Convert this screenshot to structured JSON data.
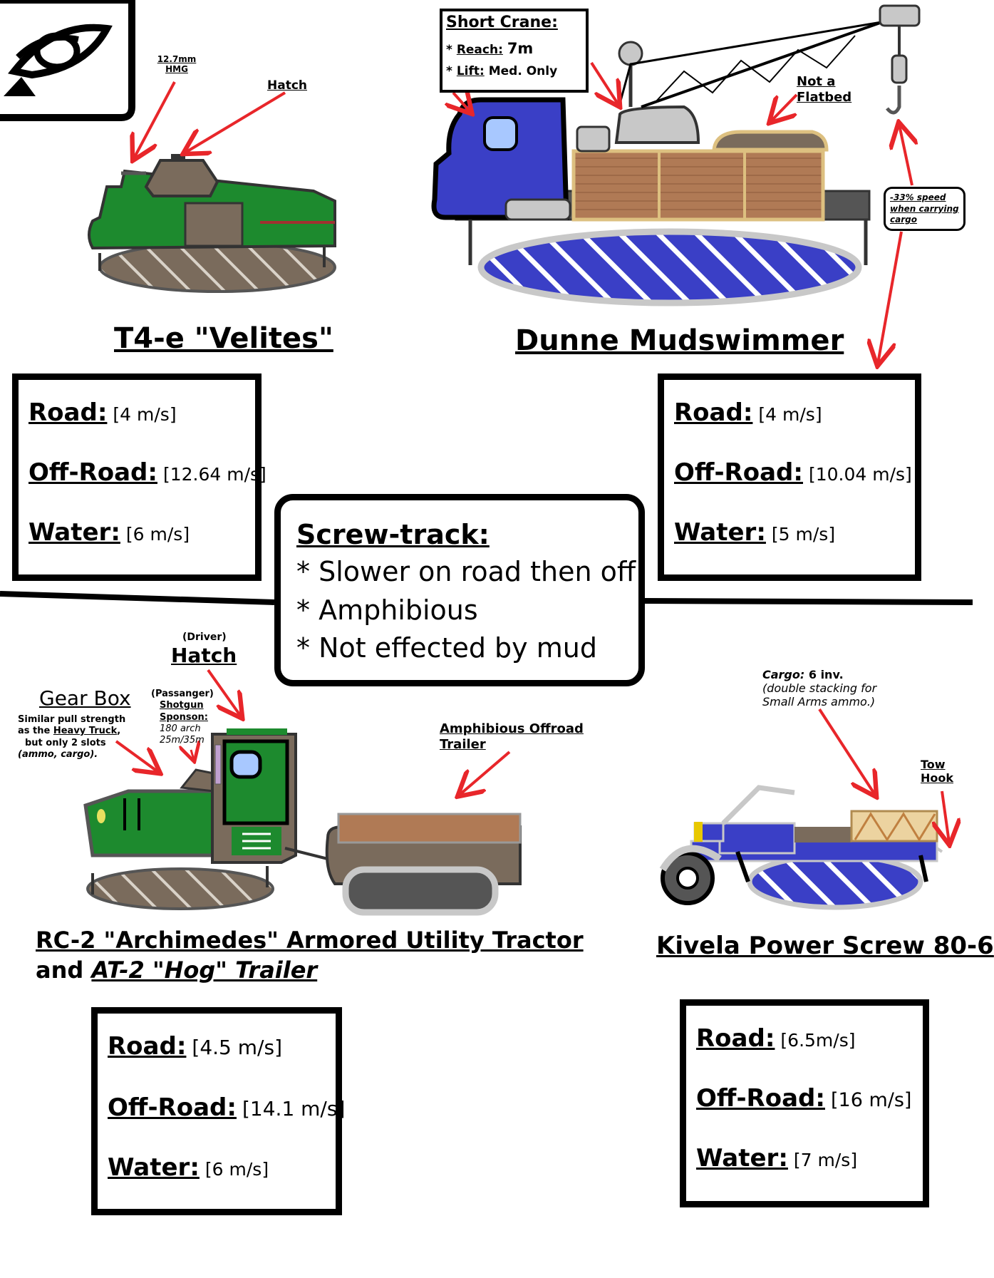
{
  "velites": {
    "title": "T4-e \"Velites\"",
    "hmg_label": "12.7mm HMG",
    "hatch_label": "Hatch",
    "road_label": "Road:",
    "road_value": "[4 m/s]",
    "offroad_label": "Off-Road:",
    "offroad_value": "[12.64 m/s]",
    "water_label": "Water:",
    "water_value": "[6 m/s]"
  },
  "mudswimmer": {
    "title": "Dunne Mudswimmer",
    "crane_title": "Short Crane:",
    "crane_reach_label": "Reach:",
    "crane_reach_value": "7m",
    "crane_lift_label": "Lift:",
    "crane_lift_value": "Med. Only",
    "not_flatbed": "Not a Flatbed",
    "speed_note": "-33% speed when carrying cargo",
    "road_label": "Road:",
    "road_value": "[4 m/s]",
    "offroad_label": "Off-Road:",
    "offroad_value": "[10.04 m/s]",
    "water_label": "Water:",
    "water_value": "[5 m/s]"
  },
  "screw_track": {
    "heading": "Screw-track:",
    "items": [
      "* Slower on road then off",
      "* Amphibious",
      "* Not effected by mud"
    ]
  },
  "archimedes": {
    "title_line1": "RC-2 \"Archimedes\" Armored Utility Tractor",
    "title_line2_prefix": "and ",
    "title_line2_trailer": "AT-2 \"Hog\" Trailer",
    "driver_label": "(Driver)",
    "hatch_label": "Hatch",
    "gearbox_label": "Gear Box",
    "gearbox_note_1": "Similar pull strength",
    "gearbox_note_2a": "as the ",
    "gearbox_note_2b": "Heavy Truck",
    "gearbox_note_2c": ",",
    "gearbox_note_3": "but only 2 slots",
    "gearbox_note_4": "(ammo, cargo).",
    "passenger_label": "(Passanger)",
    "shotgun_label": "Shotgun",
    "sponson_label": "Sponson:",
    "sponson_arc": "180 arch",
    "sponson_range": "25m/35m",
    "trailer_label": "Amphibious Offroad Trailer",
    "road_label": "Road:",
    "road_value": "[4.5 m/s]",
    "offroad_label": "Off-Road:",
    "offroad_value": "[14.1 m/s]",
    "water_label": "Water:",
    "water_value": "[6 m/s]"
  },
  "kivela": {
    "title": "Kivela Power Screw 80-6",
    "cargo_label": "Cargo:",
    "cargo_value": "6 inv.",
    "cargo_note": "(double stacking for Small Arms ammo.)",
    "tow_hook_label": "Tow Hook",
    "road_label": "Road:",
    "road_value": "[6.5m/s]",
    "offroad_label": "Off-Road:",
    "offroad_value": "[16 m/s]",
    "water_label": "Water:",
    "water_value": "[7 m/s]"
  },
  "colors": {
    "arrow": "#e8262a",
    "green": "#1d8a2e",
    "blue": "#3a3fc6",
    "mud": "#7a6b5c",
    "wood": "#b07a55",
    "grey": "#c8c8c8"
  }
}
